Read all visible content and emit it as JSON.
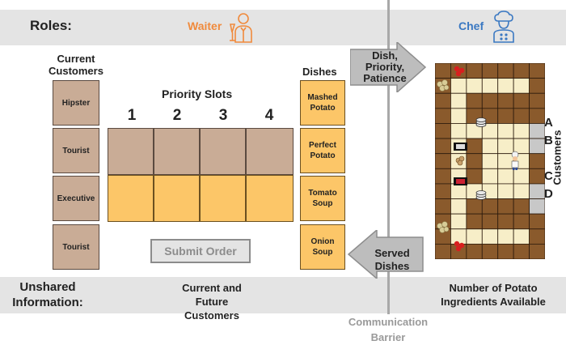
{
  "roles_label": "Roles:",
  "waiter_label": "Waiter",
  "chef_label": "Chef",
  "current_customers_label": "Current Customers",
  "customers": [
    "Hipster",
    "Tourist",
    "Executive",
    "Tourist"
  ],
  "priority_slots_label": "Priority Slots",
  "slot_numbers": [
    "1",
    "2",
    "3",
    "4"
  ],
  "dishes_label": "Dishes",
  "dishes": [
    "Mashed Potato",
    "Perfect Potato",
    "Tomato Soup",
    "Onion Soup"
  ],
  "submit_label": "Submit Order",
  "arrow_top_label": "Dish, Priority, Patience",
  "arrow_bottom_label": "Served Dishes",
  "unshared_label": "Unshared Information:",
  "waiter_info": "Current and Future Customers",
  "chef_info": "Number of Potato Ingredients Available",
  "barrier_label": "Communication Barrier",
  "customer_side_label": "Customers",
  "customer_letters": [
    "A",
    "B",
    "C",
    "D"
  ],
  "colors": {
    "waiter": "#f08a3c",
    "chef": "#3a78c2",
    "customer_box": "#c9ac96",
    "dish_box": "#fcc668",
    "floor": "#8a5a2c",
    "counter": "#f7eec8"
  },
  "icons": [
    "waiter-icon",
    "chef-icon"
  ]
}
